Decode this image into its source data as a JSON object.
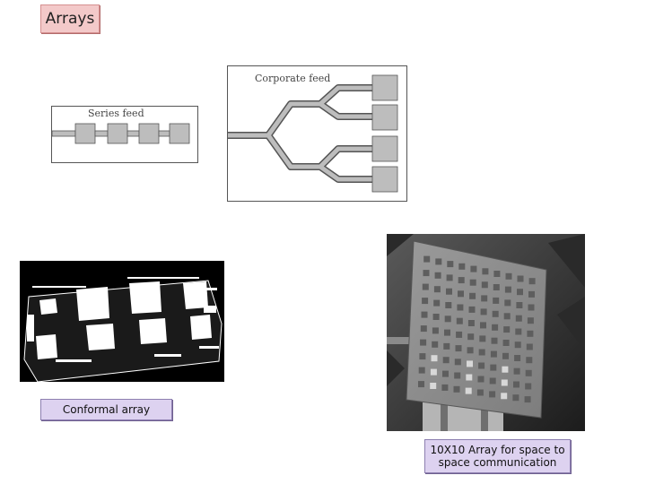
{
  "slide": {
    "title": "Arrays"
  },
  "figures": {
    "series_feed_label": "Series feed",
    "corporate_feed_label": "Corporate feed"
  },
  "captions": {
    "conformal": "Conformal array",
    "array_10x10_line1": "10X10 Array for space to",
    "array_10x10_line2": "space communication"
  },
  "colors": {
    "title_bg": "#f3c9c9",
    "caption_bg": "#ddd2f0",
    "patch_fill": "#bdbdbd"
  }
}
